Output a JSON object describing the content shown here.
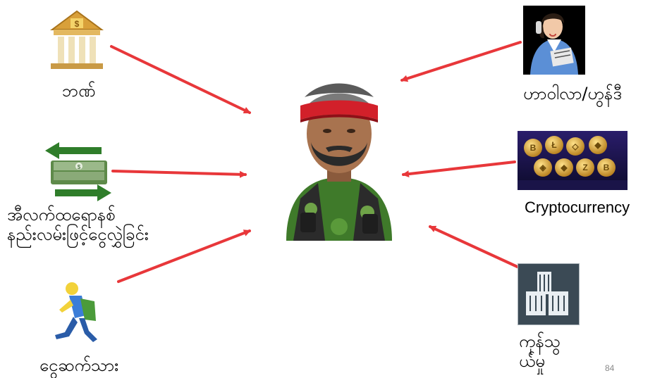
{
  "center": {
    "icon": "soldier-avatar-icon"
  },
  "nodes": {
    "bank": {
      "label": "ဘဏ်",
      "icon": "bank-building-icon"
    },
    "transfer": {
      "line1": "အီလက်ထရောနစ်",
      "line2": "နည်းလမ်းဖြင့်ငွေလွှဲခြင်း",
      "icon": "money-transfer-icon"
    },
    "courier": {
      "label": "ငွေဆက်သား",
      "icon": "running-courier-icon"
    },
    "hawala": {
      "label": "ဟာဝါလာ/ဟွန်ဒီ",
      "icon": "woman-on-phone-icon"
    },
    "crypto": {
      "label": "Cryptocurrency",
      "icon": "crypto-coins-icon"
    },
    "goods": {
      "line1": "ကုန်သွ",
      "line2": "ယ်မှု",
      "icon": "goods-crates-icon"
    }
  },
  "colors": {
    "arrow": "#e8373a"
  },
  "page_number": "84"
}
